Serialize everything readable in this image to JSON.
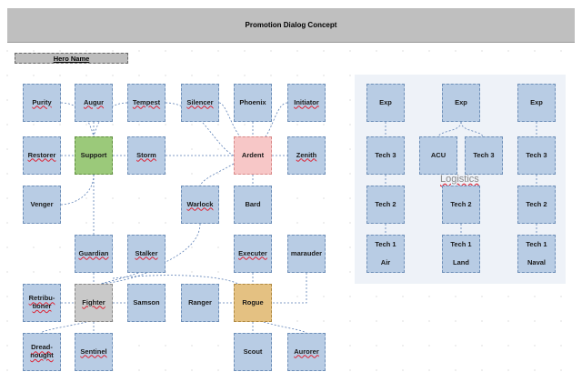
{
  "title": "Promotion Dialog Concept",
  "hero_label": "Hero Name",
  "hero_tree": {
    "purity": "Purity",
    "augur": "Augur",
    "tempest": "Tempest",
    "silencer": "Silencer",
    "phoenix": "Phoenix",
    "initiator": "Initiator",
    "restorer": "Restorer",
    "support": "Support",
    "storm": "Storm",
    "ardent": "Ardent",
    "zenith": "Zenith",
    "venger": "Venger",
    "warlock": "Warlock",
    "bard": "Bard",
    "guardian": "Guardian",
    "stalker": "Stalker",
    "executer": "Executer",
    "marauder": "marauder",
    "retribu_line1": "Retribu-",
    "retribu_line2": "tioner",
    "fighter": "Fighter",
    "samson": "Samson",
    "ranger": "Ranger",
    "rogue": "Rogue",
    "dread_line1": "Dread-",
    "dread_line2": "nought",
    "sentinel": "Sentinel",
    "scout": "Scout",
    "aurorer": "Aurorer"
  },
  "tech_tree": {
    "logistics": "Logistics",
    "exp": "Exp",
    "acu": "ACU",
    "tech3": "Tech 3",
    "tech2": "Tech 2",
    "tech1": "Tech 1",
    "air": "Air",
    "land": "Land",
    "naval": "Naval"
  },
  "colors": {
    "node_fill": "#b8cce4",
    "support": "#9bc97a",
    "ardent": "#f7c7c7",
    "fighter": "#c9c9c9",
    "rogue": "#e4c182",
    "connector": "#5b7fb5"
  }
}
